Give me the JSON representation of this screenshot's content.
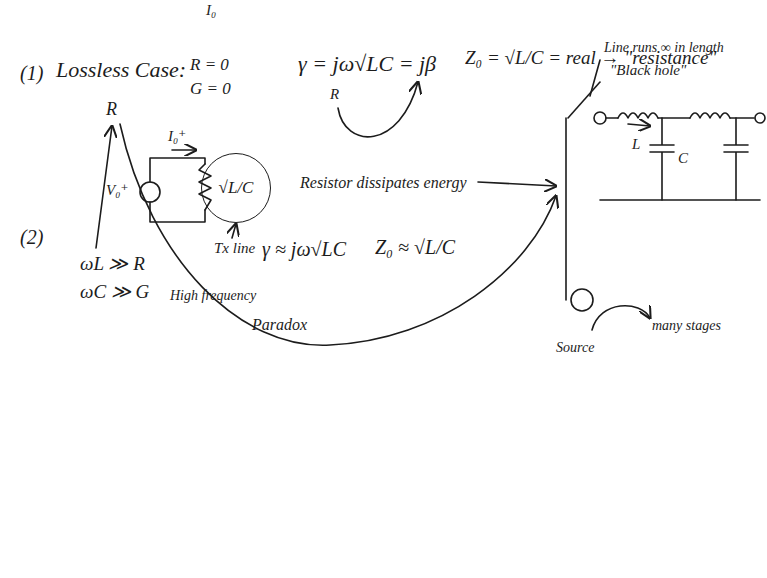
{
  "diagram": {
    "nodes": [
      {
        "text": [
          "√L/C"
        ]
      }
    ],
    "labels": [
      "I₀",
      "(1)",
      "Lossless Case:",
      "R = 0",
      "G = 0",
      "γ = jω√LC = jβ",
      "R",
      "Z₀ = √L/C = real → \"resistance\"",
      "I₀⁺",
      "V₀⁺",
      "Tx line",
      "Resistor dissipates energy",
      "R",
      "Paradox",
      "Line runs ∞ in length",
      "\"Black hole\"",
      "L",
      "C",
      "Source",
      "many stages",
      "(2)",
      "ωL ≫ R",
      "ωC ≫ G",
      "High frequency",
      "γ ≈ jω√LC",
      "Z₀ ≈ √L/C"
    ]
  }
}
